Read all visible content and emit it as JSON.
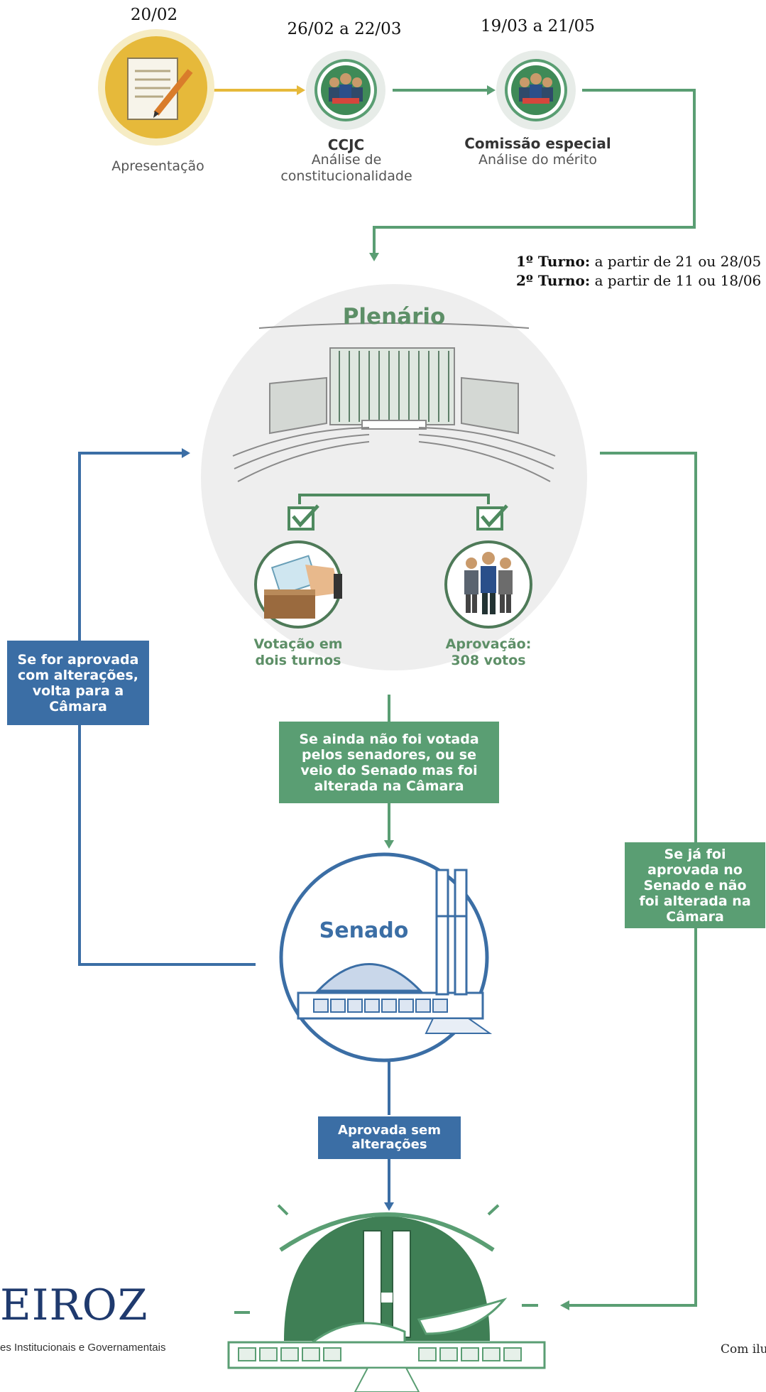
{
  "stages": [
    {
      "date": "20/02",
      "title": "",
      "subtitle": "Apresentação"
    },
    {
      "date": "26/02 a 22/03",
      "title": "CCJC",
      "subtitle": "Análise de constitucionalidade"
    },
    {
      "date": "19/03 a 21/05",
      "title": "Comissão especial",
      "subtitle": "Análise do mérito"
    }
  ],
  "turnos": [
    {
      "label": "1º Turno:",
      "text": " a partir de 21 ou 28/05"
    },
    {
      "label": "2º Turno:",
      "text": " a partir de 11 ou 18/06"
    }
  ],
  "plenario": {
    "title": "Plenário",
    "left_label": "Votação em dois turnos",
    "right_label": "Aprovação: 308 votos"
  },
  "boxes": {
    "left": "Se for aprovada com alterações, volta para a Câmara",
    "center": "Se ainda não foi votada pelos senadores, ou se veio do Senado mas foi alterada na Câmara",
    "right": "Se já foi aprovada no Senado e não foi alterada na Câmara",
    "bottom": "Aprovada sem alterações"
  },
  "senado": {
    "title": "Senado"
  },
  "logo": {
    "name": "EIROZ",
    "tagline": "es Institucionais e Governamentais"
  },
  "credit": "Com ilu",
  "colors": {
    "green": "#5a9e73",
    "blue": "#3b6ea5",
    "yellow": "#e6b93a",
    "gray_circle": "#eeeeee"
  }
}
